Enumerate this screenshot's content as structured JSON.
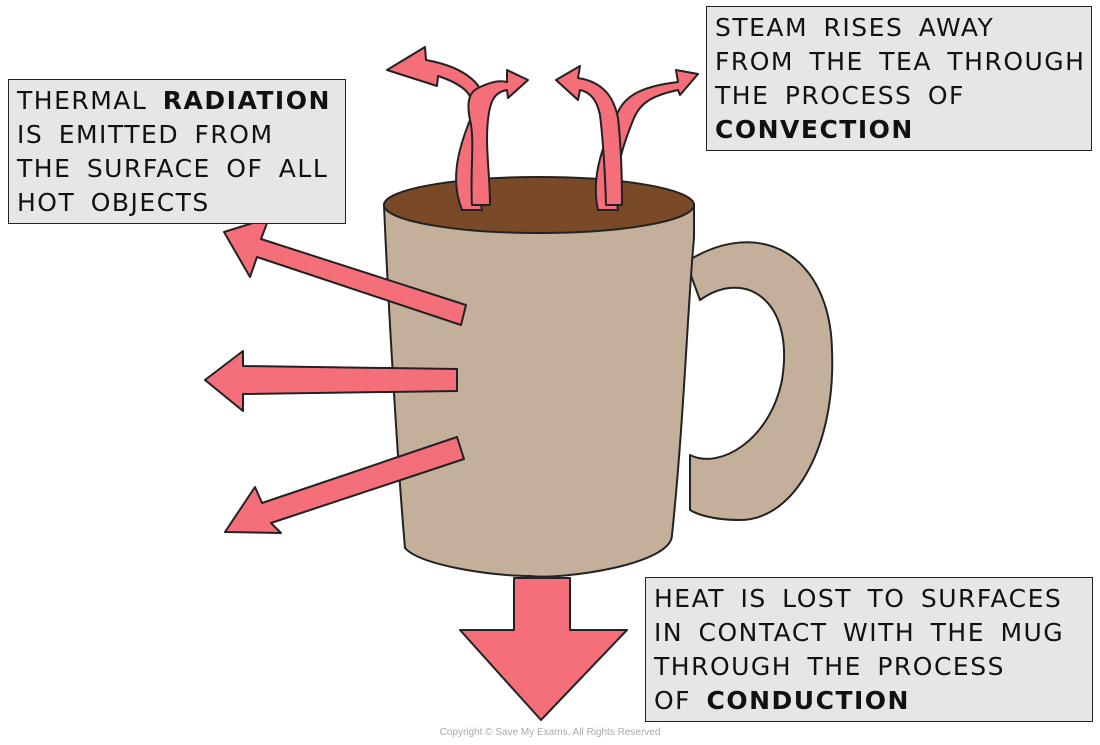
{
  "labels": {
    "radiation": {
      "line1_pre": "THERMAL ",
      "line1_kw": "RADIATION",
      "line2": "IS EMITTED FROM",
      "line3": "THE SURFACE OF ALL",
      "line4": "HOT OBJECTS"
    },
    "convection": {
      "line1": "STEAM RISES AWAY",
      "line2": "FROM THE TEA THROUGH",
      "line3": "THE PROCESS OF",
      "line4_kw": "CONVECTION"
    },
    "conduction": {
      "line1": "HEAT IS LOST TO SURFACES",
      "line2": "IN CONTACT WITH THE MUG",
      "line3": "THROUGH THE PROCESS",
      "line4_pre": "OF ",
      "line4_kw": "CONDUCTION"
    }
  },
  "footer": {
    "copyright": "Copyright © Save My Exams. All Rights Reserved"
  },
  "colors": {
    "arrow_fill": "#f46f7a",
    "arrow_stroke": "#222222",
    "mug_body": "#c4b09a",
    "tea": "#7a4a28",
    "label_bg": "#e6e6e6"
  }
}
